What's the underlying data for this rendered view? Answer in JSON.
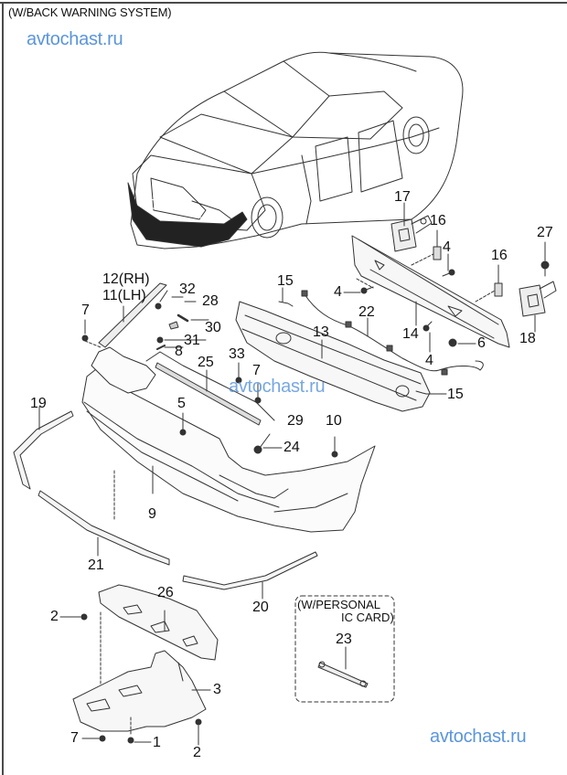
{
  "diagram": {
    "title": "(W/BACK WARNING SYSTEM)",
    "watermark": "avtochast.ru",
    "inset_note_line1": "(W/PERSONAL",
    "inset_note_line2": "IC CARD)",
    "callouts": {
      "c17": "17",
      "c16a": "16",
      "c16b": "16",
      "c27": "27",
      "c4a": "4",
      "c4b": "4",
      "c4c": "4",
      "c12": "12(RH)",
      "c11": "11(LH)",
      "c32": "32",
      "c28": "28",
      "c30": "30",
      "c31": "31",
      "c8": "8",
      "c7a": "7",
      "c7b": "7",
      "c7c": "7",
      "c15a": "15",
      "c15b": "15",
      "c22": "22",
      "c13": "13",
      "c14": "14",
      "c6": "6",
      "c18": "18",
      "c33": "33",
      "c25": "25",
      "c5": "5",
      "c19": "19",
      "c29": "29",
      "c10": "10",
      "c24": "24",
      "c9": "9",
      "c21": "21",
      "c20": "20",
      "c26": "26",
      "c2a": "2",
      "c2b": "2",
      "c3": "3",
      "c1": "1",
      "c23": "23"
    }
  }
}
